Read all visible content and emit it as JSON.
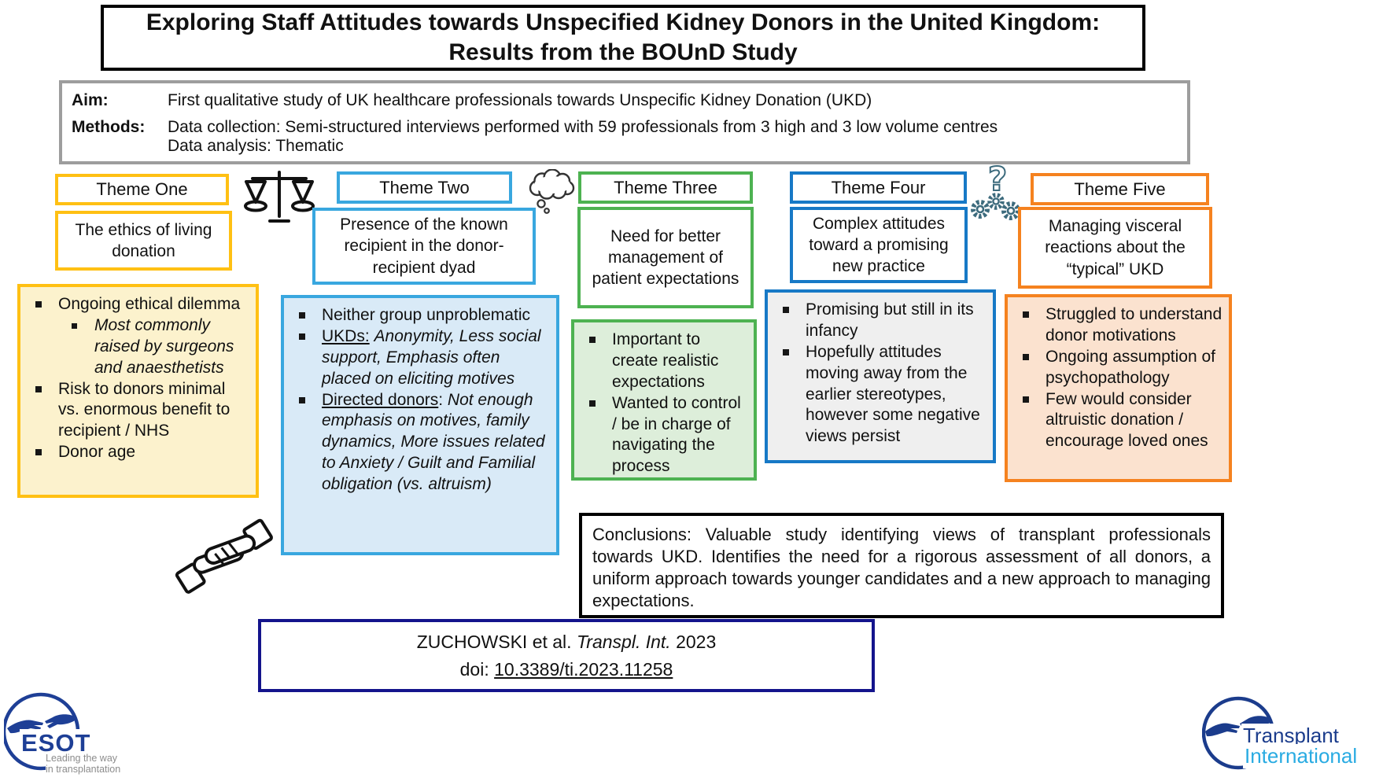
{
  "title": {
    "line1": "Exploring Staff Attitudes towards Unspecified Kidney Donors in the United Kingdom:",
    "line2": "Results from the BOUnD Study"
  },
  "aim": {
    "label": "Aim:",
    "text": "First qualitative study of UK healthcare professionals towards Unspecific Kidney Donation (UKD)"
  },
  "methods": {
    "label": "Methods:",
    "line1": "Data collection: Semi-structured interviews performed with 59 professionals from 3 high and 3 low volume centres",
    "line2": "Data analysis: Thematic"
  },
  "themes": [
    {
      "label": "Theme One",
      "subtitle": "The ethics of living donation",
      "accent": "#FFC013",
      "fill": "#FCF2CD",
      "bullets": [
        {
          "level": 1,
          "segments": [
            {
              "t": "Ongoing ethical dilemma"
            }
          ]
        },
        {
          "level": 2,
          "segments": [
            {
              "t": "Most commonly raised by surgeons and anaesthetists",
              "s": "i"
            }
          ]
        },
        {
          "level": 1,
          "segments": [
            {
              "t": "Risk to donors minimal vs. enormous benefit to recipient / NHS"
            }
          ]
        },
        {
          "level": 1,
          "segments": [
            {
              "t": "Donor age"
            }
          ]
        }
      ]
    },
    {
      "label": "Theme Two",
      "subtitle": "Presence of the known recipient in the donor-recipient dyad",
      "accent": "#39A7DF",
      "fill": "#D9EAF7",
      "bullets": [
        {
          "level": 1,
          "segments": [
            {
              "t": "Neither group unproblematic"
            }
          ]
        },
        {
          "level": 1,
          "segments": [
            {
              "t": "UKDs:",
              "s": "u"
            },
            {
              "t": " "
            },
            {
              "t": "Anonymity, Less social support, Emphasis often placed on eliciting motives",
              "s": "i"
            }
          ]
        },
        {
          "level": 1,
          "segments": [
            {
              "t": "Directed donors",
              "s": "u"
            },
            {
              "t": ": "
            },
            {
              "t": "Not enough emphasis on motives, family dynamics, More issues related to Anxiety / Guilt and Familial obligation (vs. altruism)",
              "s": "i"
            }
          ]
        }
      ]
    },
    {
      "label": "Theme Three",
      "subtitle": "Need for better management of patient expectations",
      "accent": "#4DB251",
      "fill": "#DDEEDA",
      "bullets": [
        {
          "level": 1,
          "segments": [
            {
              "t": "Important to create realistic expectations"
            }
          ]
        },
        {
          "level": 1,
          "segments": [
            {
              "t": "Wanted to control / be in charge of navigating the process"
            }
          ]
        }
      ]
    },
    {
      "label": "Theme Four",
      "subtitle": "Complex attitudes toward a promising new practice",
      "accent": "#1779C6",
      "fill": "#EFEFEF",
      "bullets": [
        {
          "level": 1,
          "segments": [
            {
              "t": "Promising but still in its infancy"
            }
          ]
        },
        {
          "level": 1,
          "segments": [
            {
              "t": "Hopefully attitudes moving away from the earlier stereotypes, however some negative views persist"
            }
          ]
        }
      ]
    },
    {
      "label": "Theme Five",
      "subtitle": "Managing visceral reactions about the “typical” UKD",
      "accent": "#F5821F",
      "fill": "#FBE2CF",
      "bullets": [
        {
          "level": 1,
          "segments": [
            {
              "t": "Struggled to understand donor motivations"
            }
          ]
        },
        {
          "level": 1,
          "segments": [
            {
              "t": "Ongoing assumption of psychopathology"
            }
          ]
        },
        {
          "level": 1,
          "segments": [
            {
              "t": "Few would consider altruistic donation / encourage loved ones"
            }
          ]
        }
      ]
    }
  ],
  "icons": {
    "between_themes_1_2": "scales-icon",
    "between_themes_2_3": "thought-cloud-icon",
    "between_themes_4_5": "question-gears-icon",
    "below_theme_2": "handshake-icon",
    "gears_color": "#3D6B7D"
  },
  "conclusions": {
    "text": "Conclusions: Valuable study identifying views of transplant professionals towards UKD. Identifies the need for a rigorous assessment of all donors, a uniform approach towards younger candidates and a new approach to managing expectations."
  },
  "citation": {
    "border": "#14148C",
    "line1": [
      {
        "t": "ZUCHOWSKI et al. "
      },
      {
        "t": "Transpl. Int.",
        "s": "i"
      },
      {
        "t": " 2023"
      }
    ],
    "doi_label": "doi: ",
    "doi": "10.3389/ti.2023.11258"
  },
  "logos": {
    "esot": {
      "acronym": "ESOT",
      "tagline1": "Leading the way",
      "tagline2": "in transplantation",
      "navy": "#1E3F96",
      "gray": "#8C8C8C"
    },
    "transplant_international": {
      "line1": "Transplant",
      "line2": "International",
      "navy": "#1B3C8C",
      "cyan": "#29ABE2"
    }
  }
}
